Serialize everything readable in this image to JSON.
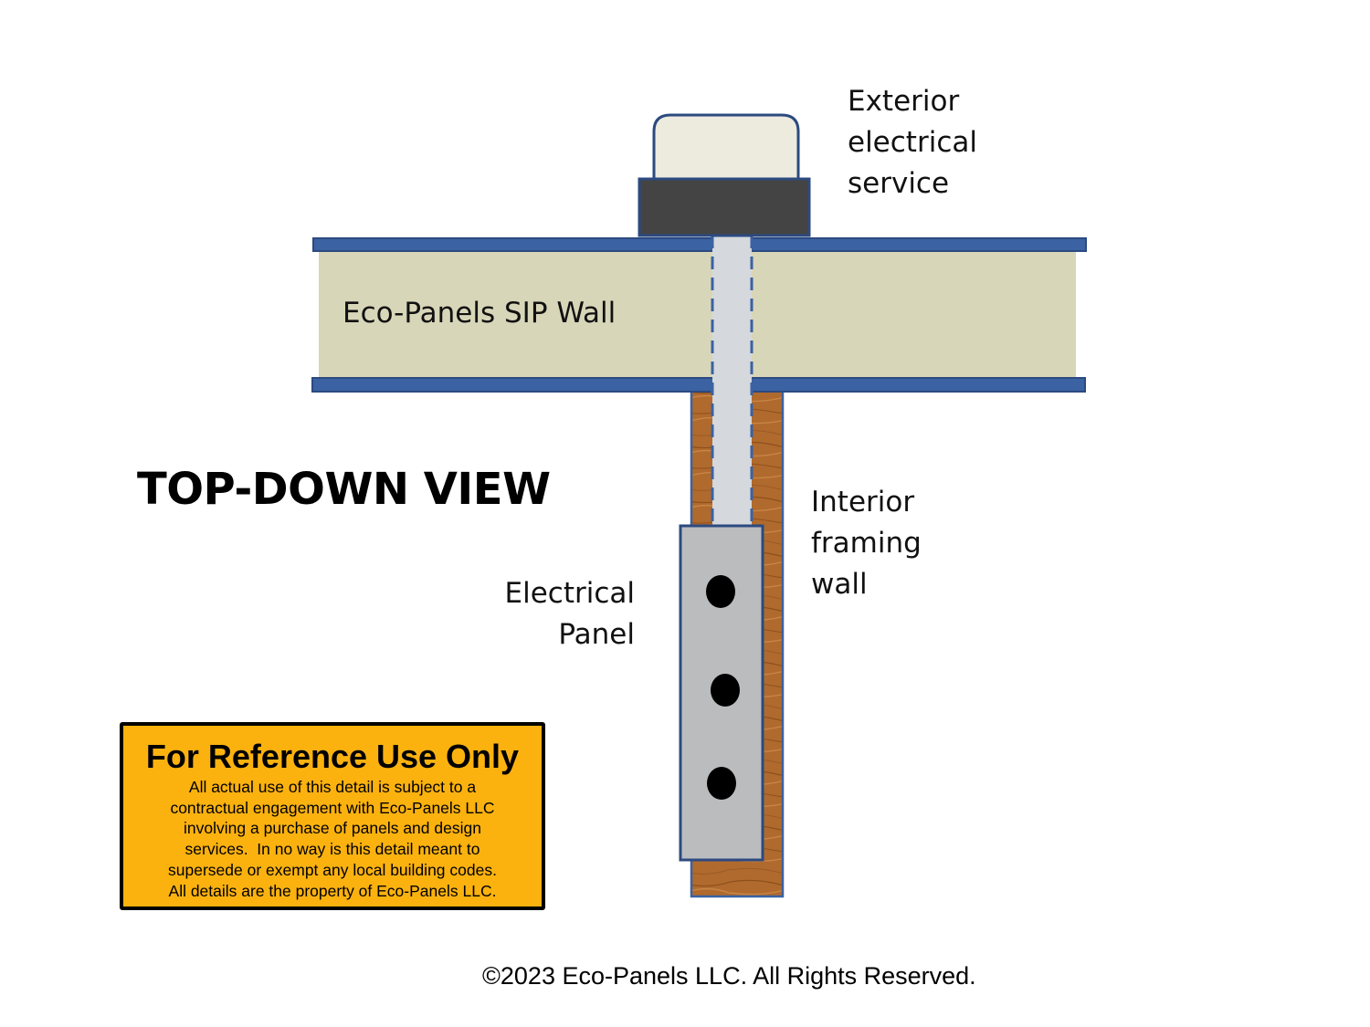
{
  "title": "TOP-DOWN VIEW",
  "labels": {
    "exterior_service": [
      "Exterior",
      "electrical",
      "service"
    ],
    "sip_wall": "Eco-Panels SIP Wall",
    "interior_wall": [
      "Interior",
      "framing",
      "wall"
    ],
    "electrical_panel": [
      "Electrical",
      "Panel"
    ]
  },
  "notice": {
    "title": "For Reference Use Only",
    "lines": [
      "All actual use of this detail is subject to a",
      "contractual engagement with Eco-Panels LLC",
      "involving a purchase of panels and design",
      "services.  In no way is this detail meant to",
      "supersede or exempt any local building codes.",
      "All details are the property of Eco-Panels LLC."
    ]
  },
  "copyright": "©2023 Eco-Panels LLC. All Rights Reserved.",
  "colors": {
    "sip_core": "#d8d6b8",
    "sip_skin": "#3b62a3",
    "wood": "#b06a2e",
    "conduit": "#d5d8dd",
    "panel": "#bbbcbe",
    "meter_base": "#444444",
    "meter_cap": "#ecebde",
    "notice_bg": "#fbb20f"
  }
}
